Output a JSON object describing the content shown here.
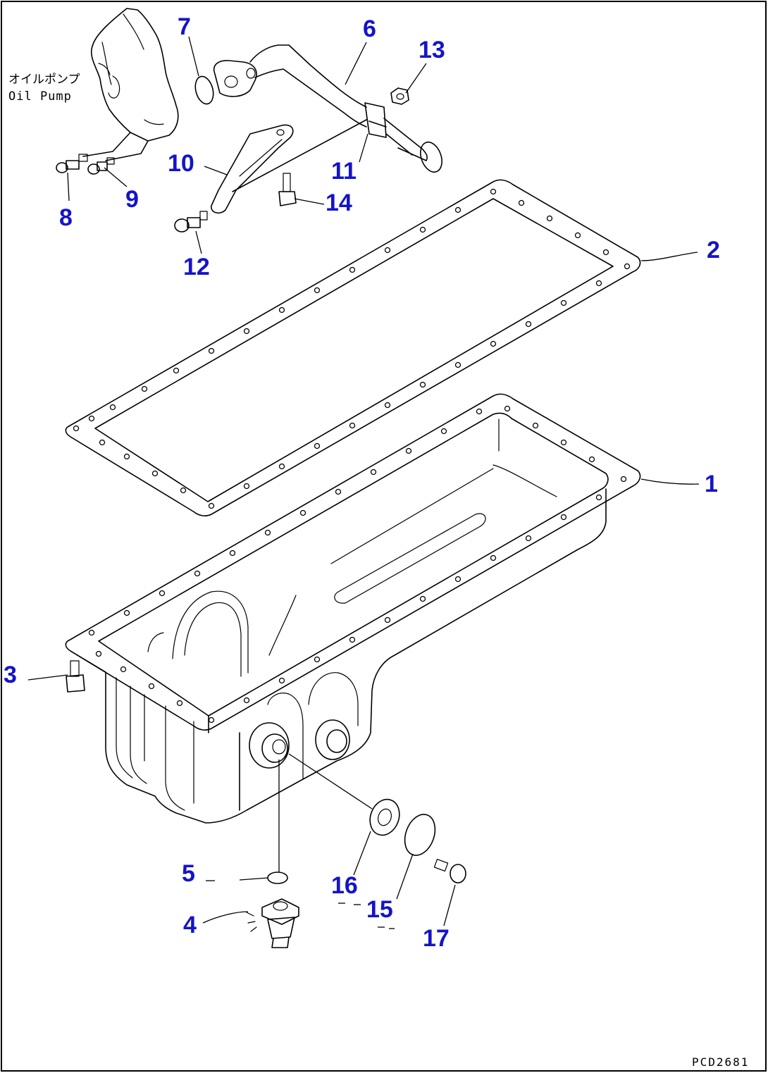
{
  "oil_pump_label": {
    "japanese": "オイルポンプ",
    "english": "Oil Pump"
  },
  "drawing_code": "PCD2681",
  "callouts": [
    {
      "number": "1"
    },
    {
      "number": "2"
    },
    {
      "number": "3"
    },
    {
      "number": "4"
    },
    {
      "number": "5"
    },
    {
      "number": "6"
    },
    {
      "number": "7"
    },
    {
      "number": "8"
    },
    {
      "number": "9"
    },
    {
      "number": "10"
    },
    {
      "number": "11"
    },
    {
      "number": "12"
    },
    {
      "number": "13"
    },
    {
      "number": "14"
    },
    {
      "number": "15"
    },
    {
      "number": "16"
    },
    {
      "number": "17"
    }
  ],
  "colors": {
    "callout": "#1414c8",
    "line": "#000000"
  }
}
